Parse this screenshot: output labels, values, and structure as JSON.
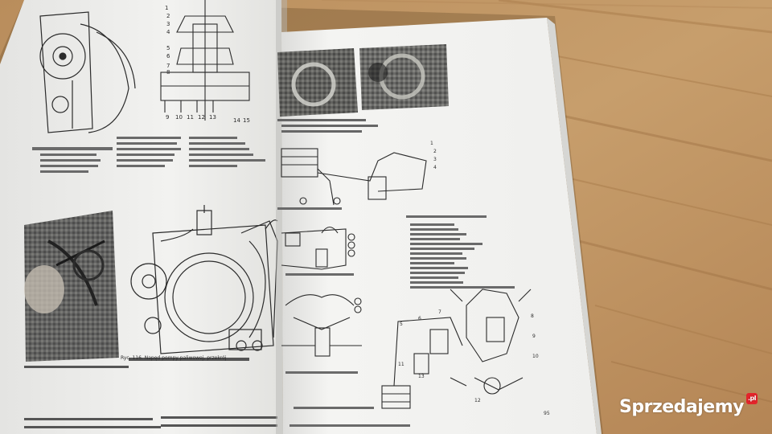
{
  "photo": {
    "subject": "open-manual-on-wooden-table",
    "colors": {
      "wood_light": "#c9a06d",
      "wood_dark": "#a87a48",
      "paper": "#f3f3f1",
      "ink": "#2b2b2b"
    }
  },
  "left_page": {
    "figure_numbers": [
      "1",
      "2",
      "3",
      "4",
      "5",
      "6",
      "7",
      "8",
      "9",
      "10",
      "11",
      "12",
      "13",
      "14",
      "15"
    ],
    "caption_fragment": "Ryc. 116. Napęd pompy paliwowej, przekrój"
  },
  "right_page": {
    "diagram_labels": [
      "1",
      "2",
      "3",
      "4",
      "5",
      "6",
      "7",
      "8",
      "9",
      "10",
      "11",
      "12",
      "13"
    ],
    "page_number": "95"
  },
  "watermark": {
    "text": "Sprzedajemy",
    "suffix": ".pl"
  }
}
